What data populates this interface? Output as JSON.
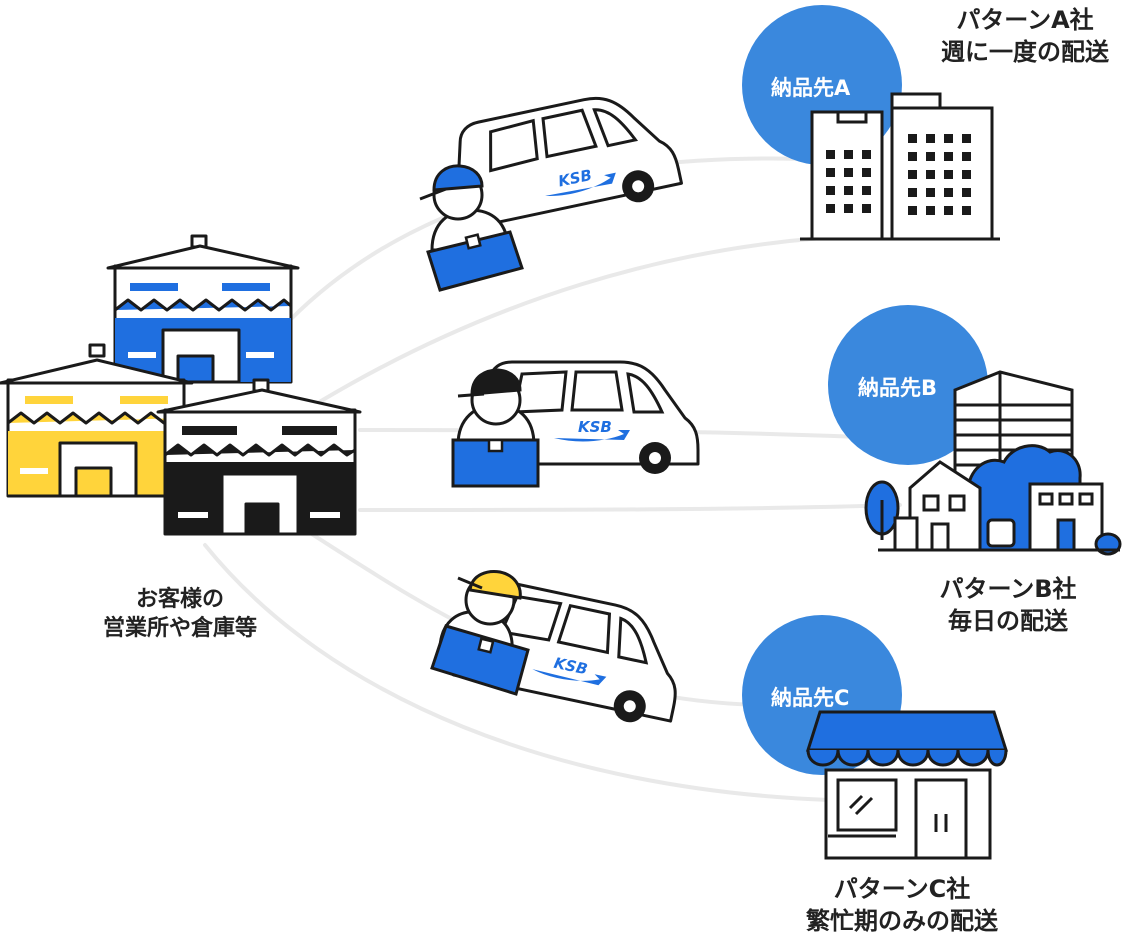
{
  "source": {
    "label_line1": "お客様の",
    "label_line2": "営業所や倉庫等"
  },
  "vans": [
    {
      "brand": "KSB",
      "cap_color": "#1f6fe0"
    },
    {
      "brand": "KSB",
      "cap_color": "#1a1a1a"
    },
    {
      "brand": "KSB",
      "cap_color": "#ffd43b"
    }
  ],
  "destinations": [
    {
      "badge": "納品先A",
      "title": "パターンA社",
      "schedule": "週に一度の配送"
    },
    {
      "badge": "納品先B",
      "title": "パターンB社",
      "schedule": "毎日の配送"
    },
    {
      "badge": "納品先C",
      "title": "パターンC社",
      "schedule": "繁忙期のみの配送"
    }
  ],
  "colors": {
    "badge_blue": "#3a88dd",
    "brand_blue": "#1f6fe0",
    "warehouse_yellow": "#ffd43b",
    "outline": "#1a1a1a",
    "route_gray": "#e9e9e9"
  }
}
